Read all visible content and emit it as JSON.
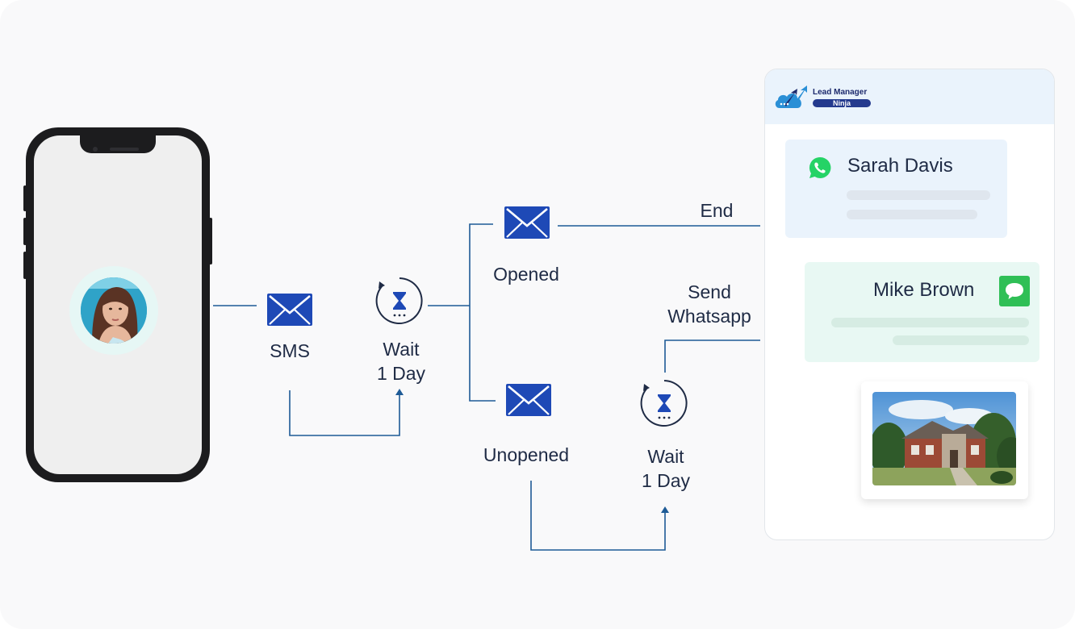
{
  "diagram": {
    "sms_label": "SMS",
    "wait1_label": "Wait\n1 Day",
    "opened_label": "Opened",
    "unopened_label": "Unopened",
    "wait2_label": "Wait\n1 Day",
    "end_label": "End",
    "send_whatsapp_label": "Send\nWhatsapp"
  },
  "panel": {
    "brand_line1": "Lead Manager",
    "brand_line2": "Ninja",
    "contact1_name": "Sarah Davis",
    "contact2_name": "Mike Brown"
  },
  "colors": {
    "line": "#1e5b96",
    "icon": "#1e49b6",
    "whatsapp": "#25d366",
    "message": "#2fbf56"
  },
  "icons": [
    "envelope-icon",
    "hourglass-cycle-icon",
    "whatsapp-icon",
    "message-icon"
  ]
}
